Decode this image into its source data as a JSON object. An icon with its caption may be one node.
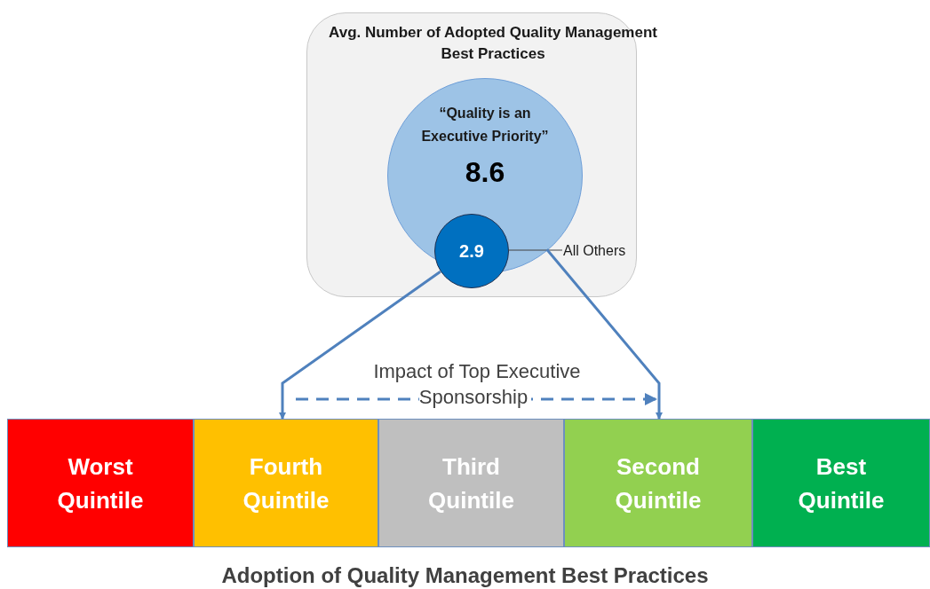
{
  "diagram": {
    "caption": "Adoption of Quality Management Best Practices",
    "nodes": [
      {
        "text": [
          "Avg. Number of Adopted Quality Management Best Practices"
        ]
      },
      {
        "text": [
          "“Quality is an Executive Priority”",
          "8.6"
        ],
        "in": 0
      },
      {
        "text": [
          "2.9"
        ],
        "in": 0
      },
      {
        "text": [
          "All Others"
        ],
        "in": 0
      },
      {
        "text": [
          "Worst Quintile"
        ]
      },
      {
        "text": [
          "Fourth Quintile"
        ]
      },
      {
        "text": [
          "Third Quintile"
        ]
      },
      {
        "text": [
          "Second Quintile"
        ]
      },
      {
        "text": [
          "Best Quintile"
        ]
      }
    ],
    "edges": [
      {
        "from": 3,
        "to": 2,
        "arrow": "none",
        "color": "#404040"
      },
      {
        "from": 2,
        "to": 5,
        "arrow": "to"
      },
      {
        "from": 1,
        "to": 7,
        "arrow": "to"
      }
    ],
    "labels": [
      "Impact of Top Executive Sponsorship"
    ]
  }
}
